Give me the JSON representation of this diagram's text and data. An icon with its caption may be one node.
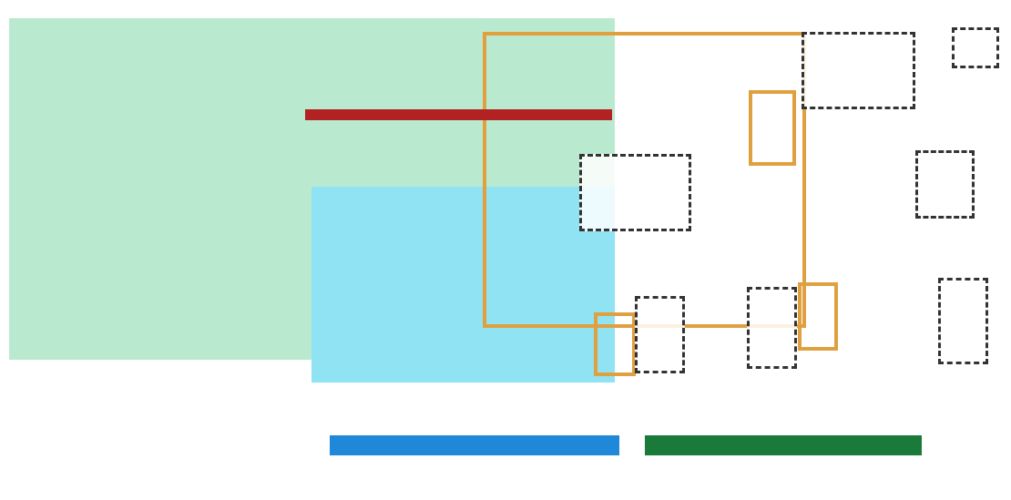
{
  "diagram": {
    "nodes": [
      {
        "text": [],
        "shape": "box"
      },
      {
        "text": [],
        "shape": "box",
        "in": 0
      },
      {
        "text": [],
        "shape": "box",
        "in": 0
      },
      {
        "text": [],
        "shape": "box"
      },
      {
        "text": [],
        "shape": "box"
      },
      {
        "text": [],
        "shape": "box"
      },
      {
        "text": [],
        "shape": "box"
      },
      {
        "text": [],
        "shape": "box"
      },
      {
        "text": [],
        "shape": "box"
      },
      {
        "text": [],
        "shape": "box"
      },
      {
        "text": [],
        "shape": "box"
      },
      {
        "text": [],
        "shape": "bar"
      },
      {
        "text": [],
        "shape": "bar"
      },
      {
        "text": [],
        "shape": "bar"
      }
    ]
  }
}
